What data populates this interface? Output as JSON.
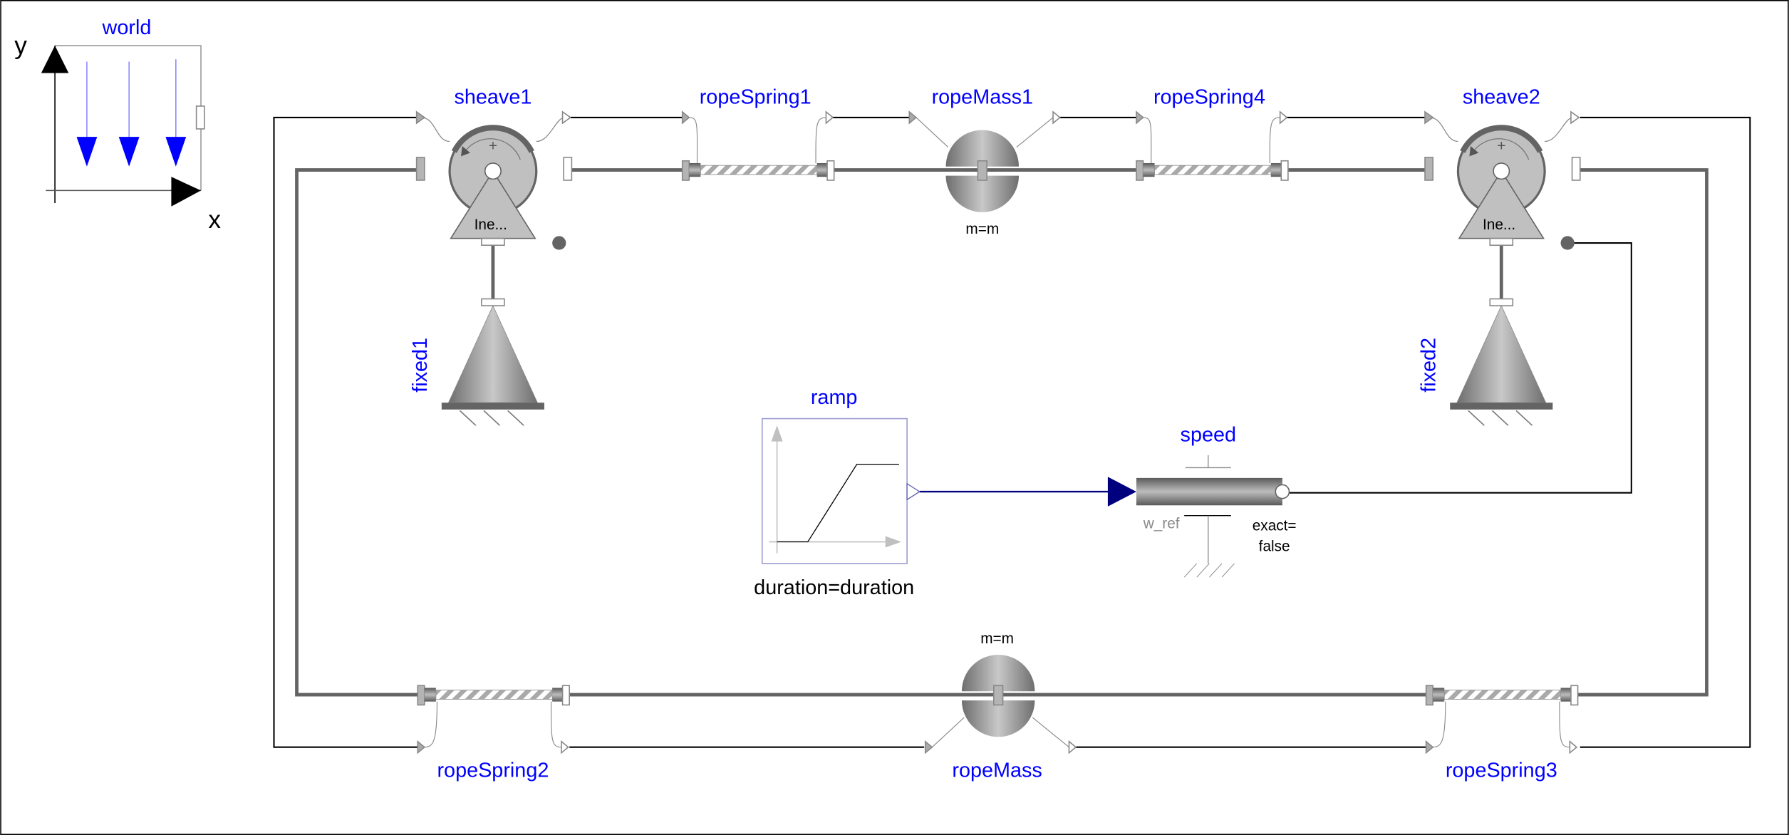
{
  "diagram": {
    "type": "Modelica diagram",
    "colors": {
      "label": "#0000ff",
      "rope_wire": "#000000",
      "flange_wire": "#646464",
      "signal_wire": "#00007f",
      "component_fill": "#c0c0c0"
    }
  },
  "world": {
    "label": "world",
    "x_axis": "x",
    "y_axis": "y"
  },
  "components": {
    "sheave1": {
      "label": "sheave1",
      "inner_text": "Ine..."
    },
    "sheave2": {
      "label": "sheave2",
      "inner_text": "Ine..."
    },
    "ropeSpring1": {
      "label": "ropeSpring1"
    },
    "ropeSpring2": {
      "label": "ropeSpring2"
    },
    "ropeSpring3": {
      "label": "ropeSpring3"
    },
    "ropeSpring4": {
      "label": "ropeSpring4"
    },
    "ropeMass1": {
      "label": "ropeMass1",
      "param": "m=m"
    },
    "ropeMass": {
      "label": "ropeMass",
      "param": "m=m"
    },
    "fixed1": {
      "label": "fixed1"
    },
    "fixed2": {
      "label": "fixed2"
    },
    "ramp": {
      "label": "ramp",
      "param": "duration=duration"
    },
    "speed": {
      "label": "speed",
      "input_label": "w_ref",
      "param_line1": "exact=",
      "param_line2": "false"
    }
  }
}
